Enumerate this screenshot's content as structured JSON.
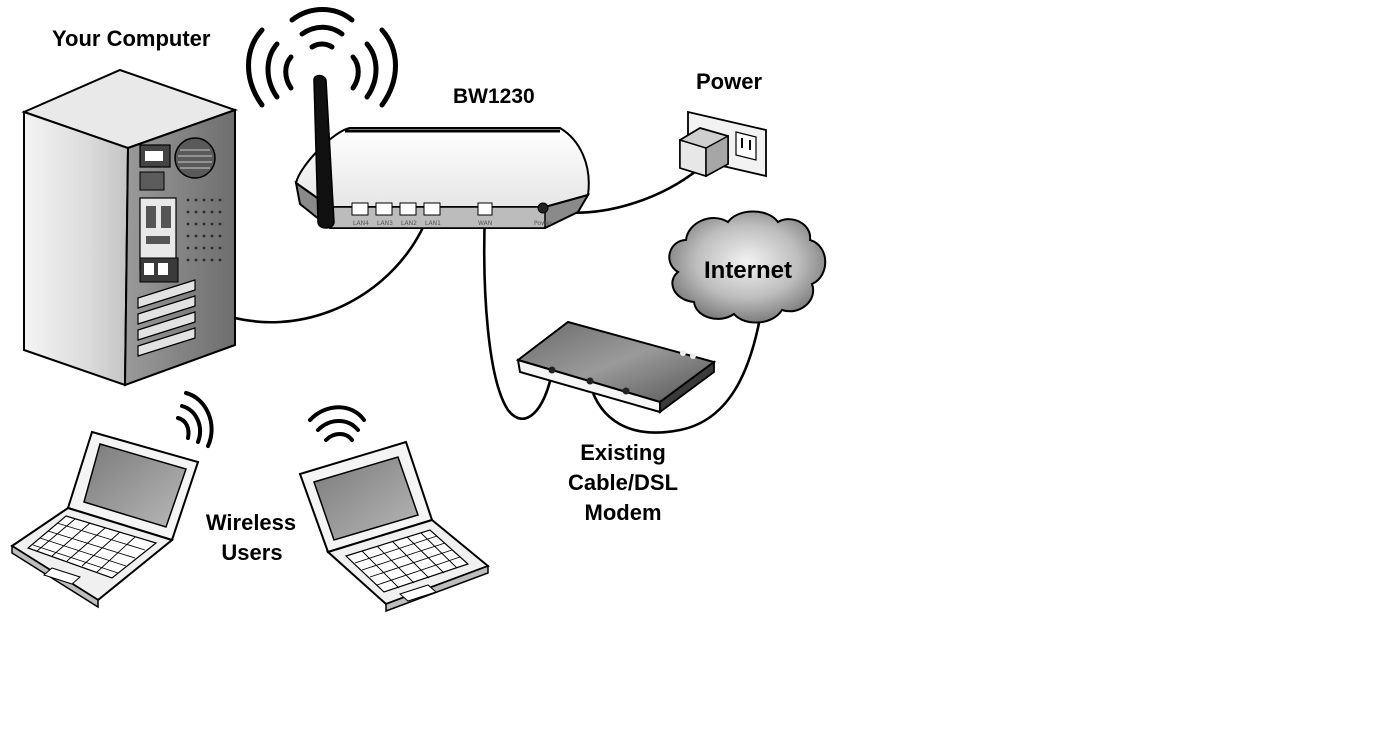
{
  "labels": {
    "computer": "Your Computer",
    "router": "BW1230",
    "power": "Power",
    "internet": "Internet",
    "modem_line1": "Existing",
    "modem_line2": "Cable/DSL",
    "modem_line3": "Modem",
    "wireless_line1": "Wireless",
    "wireless_line2": "Users"
  },
  "router_ports": [
    "LAN4",
    "LAN3",
    "LAN2",
    "LAN1",
    "WAN",
    "Power"
  ],
  "colors": {
    "ink": "#000000",
    "paper": "#ffffff"
  }
}
